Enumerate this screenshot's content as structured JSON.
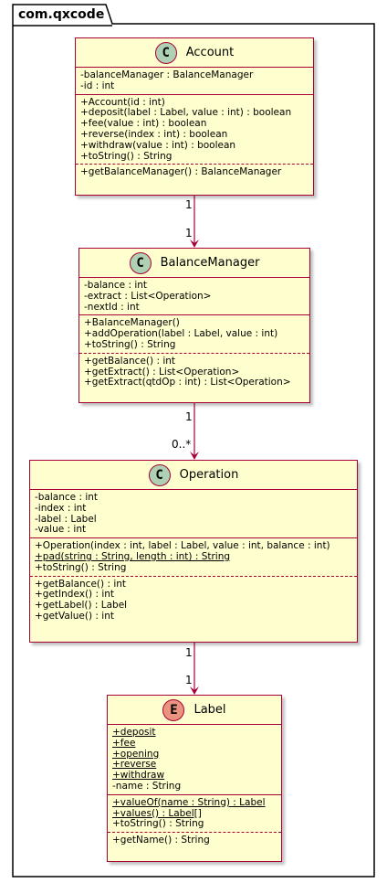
{
  "package": {
    "name": "com.qxcode"
  },
  "classes": {
    "account": {
      "name": "Account",
      "stereotype_icon": "C",
      "fields": [
        "-balanceManager : BalanceManager",
        "-id : int"
      ],
      "methods": [
        "+Account(id : int)",
        "+deposit(label : Label, value : int) : boolean",
        "+fee(value : int) : boolean",
        "+reverse(index : int) : boolean",
        "+withdraw(value : int) : boolean",
        "+toString() : String"
      ],
      "getters": [
        "+getBalanceManager() : BalanceManager"
      ]
    },
    "balance_manager": {
      "name": "BalanceManager",
      "stereotype_icon": "C",
      "fields": [
        "-balance : int",
        "-extract : List<Operation>",
        "-nextId : int"
      ],
      "methods": [
        "+BalanceManager()",
        "+addOperation(label : Label, value : int)",
        "+toString() : String"
      ],
      "getters": [
        "+getBalance() : int",
        "+getExtract() : List<Operation>",
        "+getExtract(qtdOp : int) : List<Operation>"
      ]
    },
    "operation": {
      "name": "Operation",
      "stereotype_icon": "C",
      "fields": [
        "-balance : int",
        "-index : int",
        "-label : Label",
        "-value : int"
      ],
      "methods": [
        "+Operation(index : int, label : Label, value : int, balance : int)",
        "+pad(string : String, length : int) : String",
        "+toString() : String"
      ],
      "getters": [
        "+getBalance() : int",
        "+getIndex() : int",
        "+getLabel() : Label",
        "+getValue() : int"
      ]
    },
    "label": {
      "name": "Label",
      "stereotype_icon": "E",
      "fields": [
        "+deposit",
        "+fee",
        "+opening",
        "+reverse",
        "+withdraw",
        "-name : String"
      ],
      "methods": [
        "+valueOf(name : String) : Label",
        "+values() : Label[]",
        "+toString() : String"
      ],
      "getters": [
        "+getName() : String"
      ]
    }
  },
  "associations": [
    {
      "from": "Account",
      "to": "BalanceManager",
      "from_mult": "1",
      "to_mult": "1"
    },
    {
      "from": "BalanceManager",
      "to": "Operation",
      "from_mult": "1",
      "to_mult": "0..*"
    },
    {
      "from": "Operation",
      "to": "Label",
      "from_mult": "1",
      "to_mult": "1"
    }
  ],
  "colors": {
    "border": "#A80036",
    "class_fill": "#FEFECE",
    "class_icon": "#ADD1B2",
    "enum_icon": "#EB937F"
  }
}
